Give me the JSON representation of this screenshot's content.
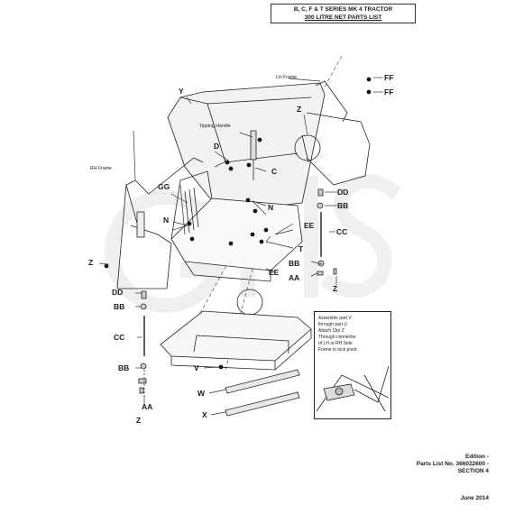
{
  "title": {
    "line1": "B, C, F & T SERIES MK 4 TRACTOR",
    "line2": "300 LITRE NET PARTS LIST"
  },
  "labels": {
    "Y": "Y",
    "D": "D",
    "C": "C",
    "Z": "Z",
    "FF": "FF",
    "GG": "GG",
    "N": "N",
    "DD": "DD",
    "BB": "BB",
    "CC": "CC",
    "EE": "EE",
    "T": "T",
    "AA": "AA",
    "V": "V",
    "W": "W",
    "X": "X"
  },
  "small_labels": {
    "lh_frame": "LH Frame",
    "rh_frame": "RH Frame",
    "tipping_handle": "Tipping Handle"
  },
  "inset_note": [
    "Assemble part V",
    "through part U",
    "Attach Clip Z",
    "Through connector",
    "of LH or RH Side",
    "Frame to lock pivot."
  ],
  "footer": {
    "edition": "Edition -",
    "parts_list_no": "Parts List No. 366022600 -",
    "section": "SECTION 4",
    "date": "June 2014"
  },
  "watermark": "GHS"
}
